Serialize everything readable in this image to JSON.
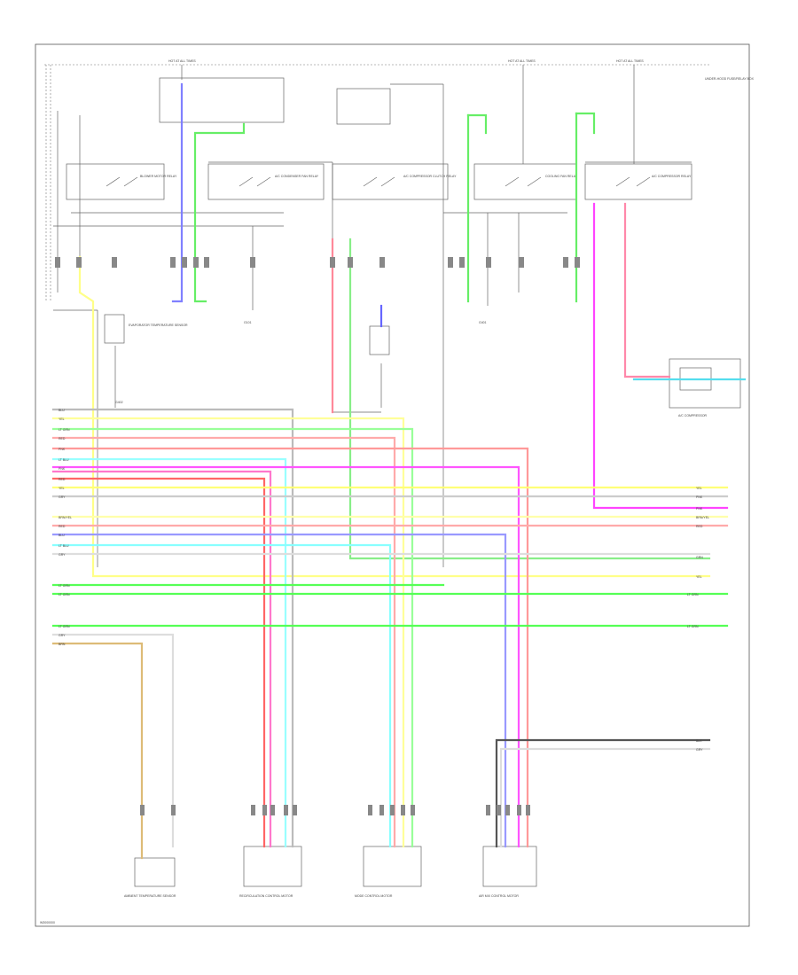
{
  "diagram": {
    "footer_code": "W3000000",
    "top_labels": {
      "fuse_box_1": "HOT AT ALL TIMES",
      "fuse_box_2": "HOT AT ALL TIMES",
      "fuse_box_3": "HOT AT ALL TIMES",
      "right_note": "UNDER-HOOD FUSE/RELAY BOX"
    },
    "components": {
      "relay_1": "BLOWER MOTOR RELAY",
      "relay_2": "A/C CONDENSER FAN RELAY",
      "relay_3": "A/C COMPRESSOR CLUTCH RELAY",
      "relay_4": "COOLING FAN RELAY",
      "relay_5": "A/C COMPRESSOR RELAY",
      "sensor_left": "EVAPORATOR TEMPERATURE SENSOR",
      "ground_1": "G101",
      "ground_2": "G401",
      "ground_3": "G402",
      "compressor": "A/C COMPRESSOR",
      "bottom_1": "AMBIENT TEMPERATURE SENSOR",
      "bottom_2": "RECIRCULATION CONTROL MOTOR",
      "bottom_3": "MODE CONTROL MOTOR",
      "bottom_4": "AIR MIX CONTROL MOTOR"
    },
    "wire_labels": {
      "l1": "BLU",
      "l2": "YEL",
      "l3": "LT GRN",
      "l4": "RED",
      "l5": "PNK",
      "l6": "LT BLU",
      "l7": "PNK",
      "l8": "RED",
      "l9": "YEL",
      "l10": "GRY",
      "l11": "BRN/YEL",
      "l12": "RED",
      "l13": "BLU",
      "l14": "LT BLU",
      "l15": "GRY",
      "l16": "LT GRN",
      "l17": "LT GRN",
      "l18": "LT GRN",
      "l19": "GRY",
      "l20": "BRN",
      "r1": "YEL",
      "r2": "PNK",
      "r3": "PNK",
      "r4": "BRN/YEL",
      "r5": "RED",
      "r6": "GRN",
      "r7": "YEL",
      "r8": "LT GRN",
      "r9": "LT GRN",
      "r10": "BLK",
      "r11": "GRY"
    }
  }
}
